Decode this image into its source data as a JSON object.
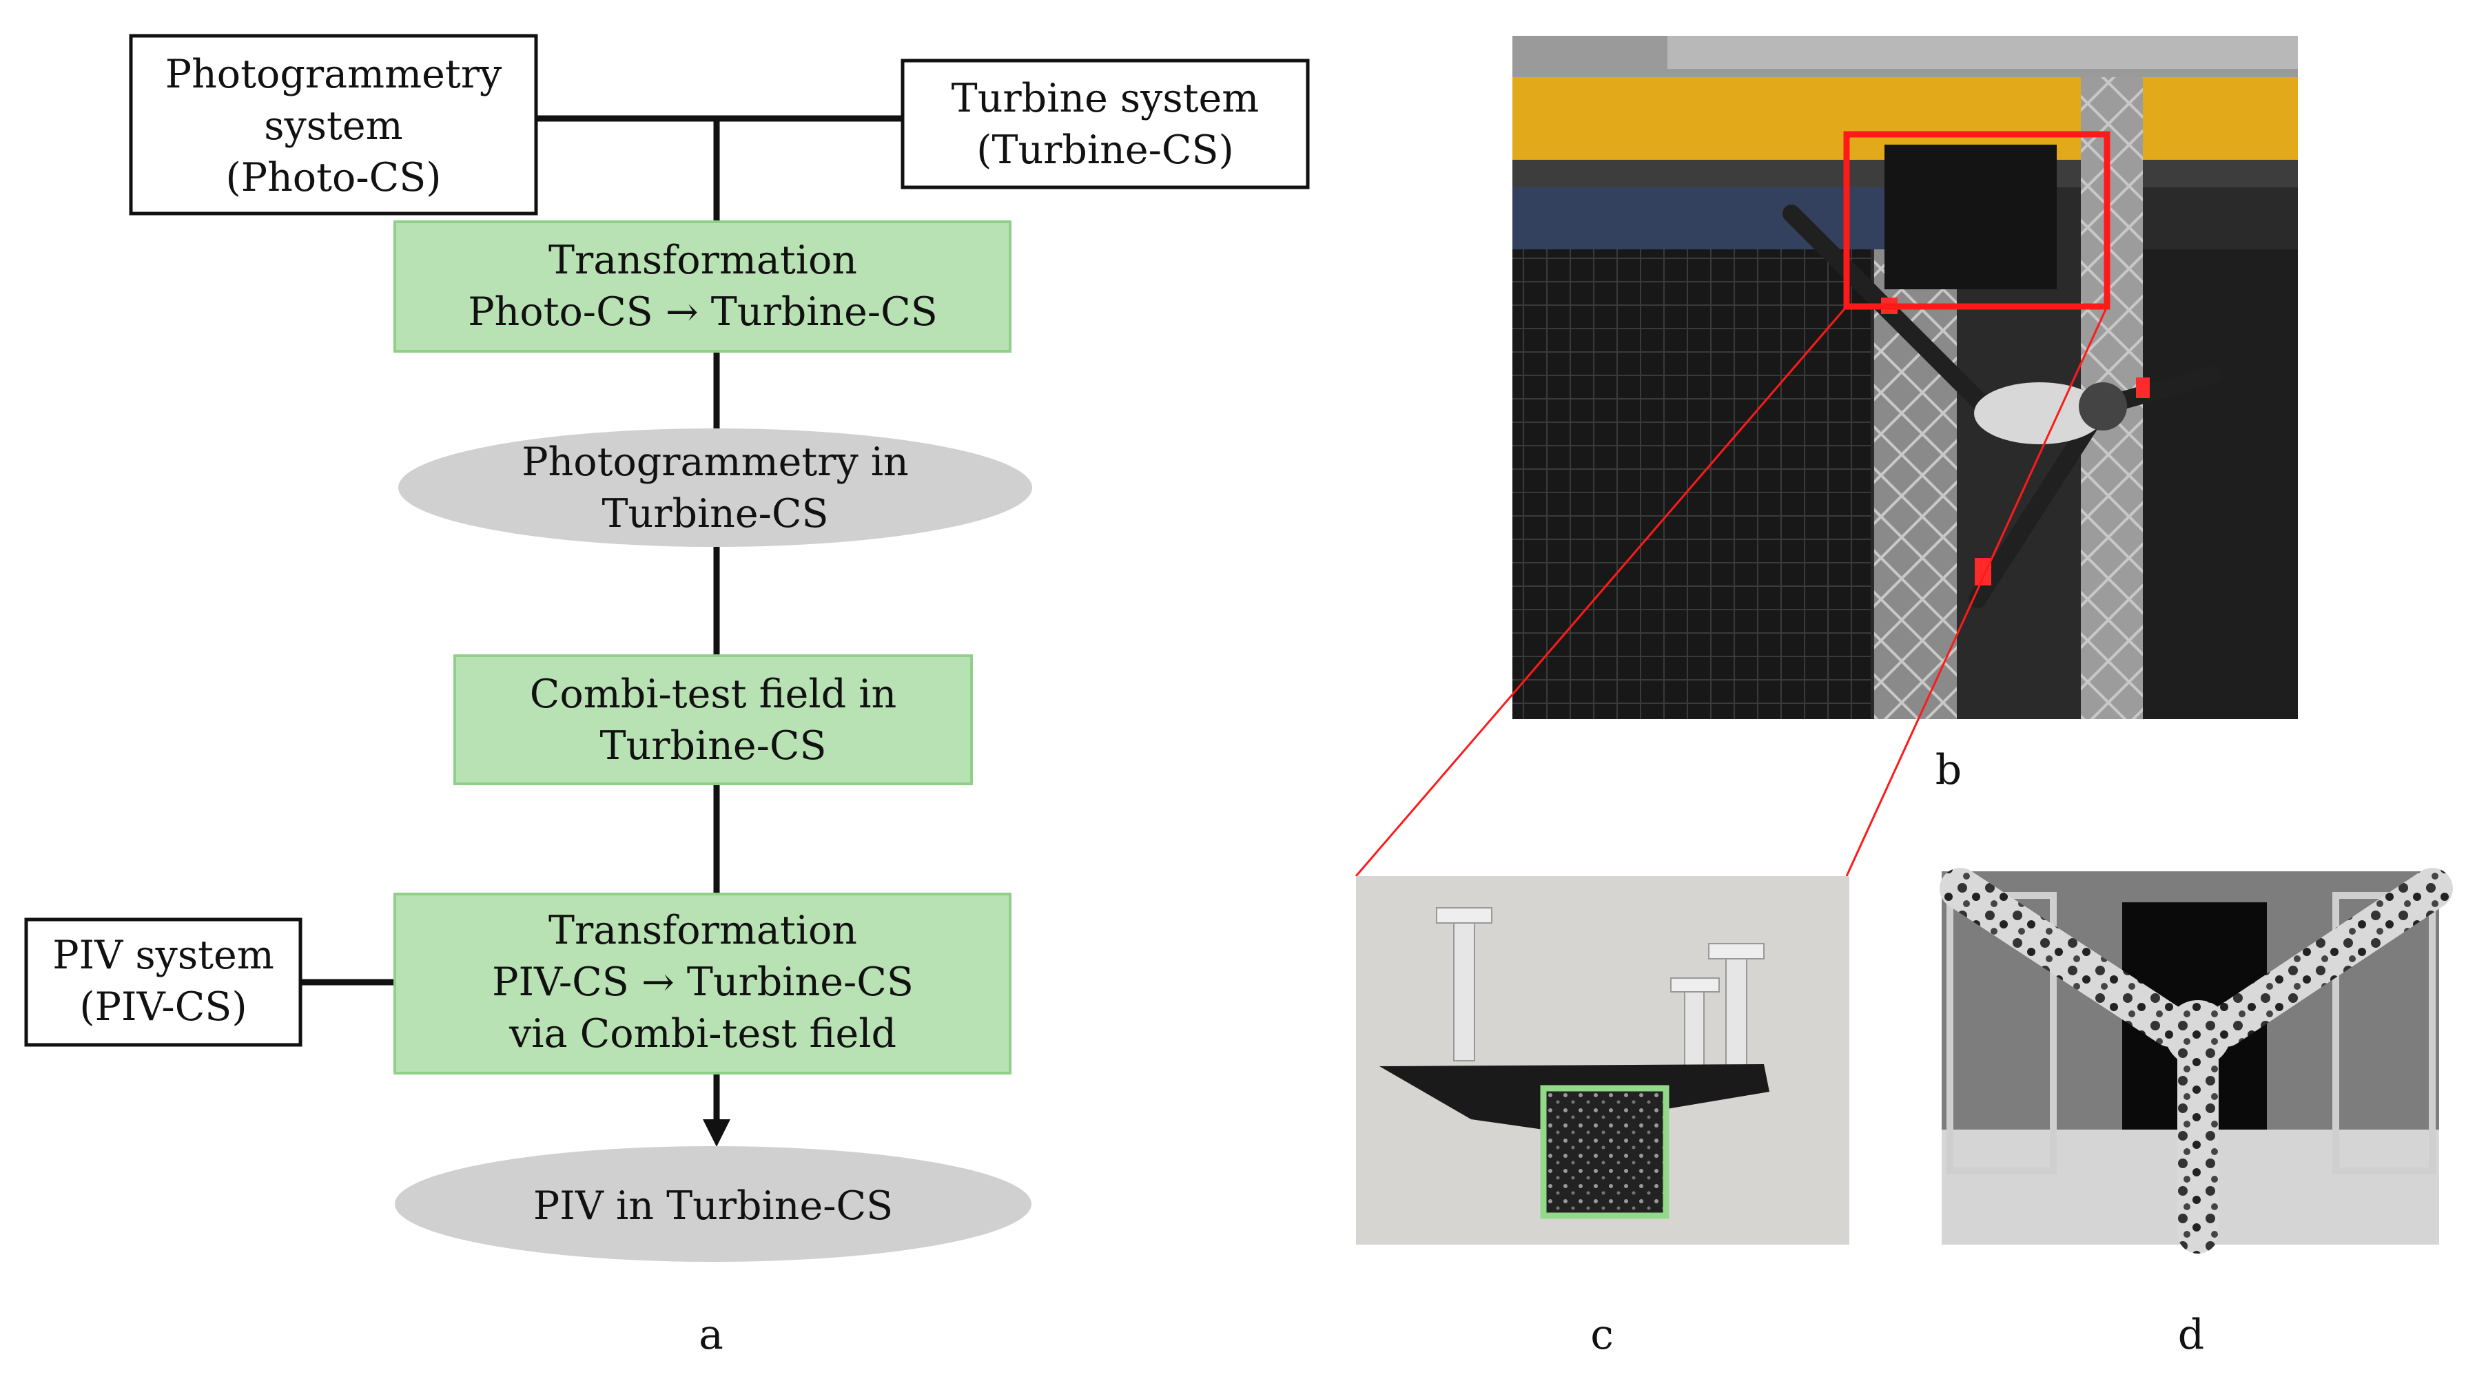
{
  "diagram": {
    "photo_system": [
      "Photogrammetry",
      "system",
      "(Photo-CS)"
    ],
    "turbine_system": [
      "Turbine system",
      "(Turbine-CS)"
    ],
    "transform_photo": [
      "Transformation",
      "Photo-CS → Turbine-CS"
    ],
    "photogrammetry_turbine": [
      "Photogrammetry in",
      "Turbine-CS"
    ],
    "combi_field": [
      "Combi-test field in",
      "Turbine-CS"
    ],
    "piv_system": [
      "PIV system",
      "(PIV-CS)"
    ],
    "transform_piv": [
      "Transformation",
      "PIV-CS → Turbine-CS",
      "via Combi-test field"
    ],
    "piv_turbine": [
      "PIV in Turbine-CS"
    ]
  },
  "captions": {
    "a": "a",
    "b": "b",
    "c": "c",
    "d": "d"
  },
  "colors": {
    "process_fill": "#b9e2b4",
    "process_stroke": "#8fcf88",
    "result_fill": "#d0d0d0",
    "highlight_red": "#ff1a1a",
    "highlight_green": "#93d98a"
  }
}
